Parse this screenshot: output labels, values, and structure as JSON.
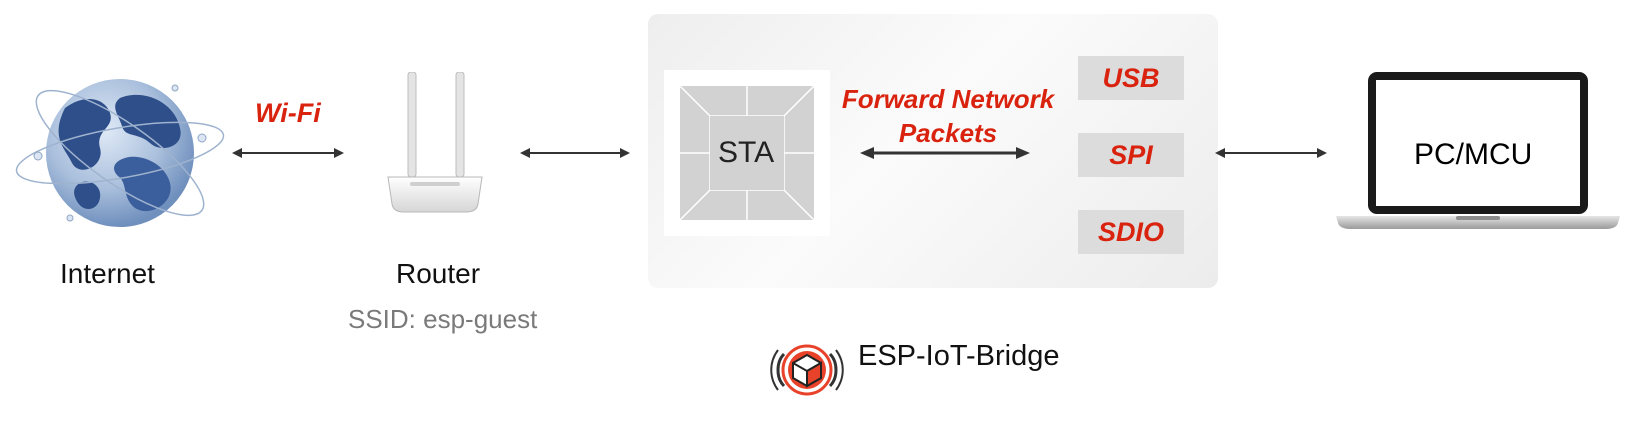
{
  "nodes": {
    "internet": "Internet",
    "router": "Router",
    "router_ssid": "SSID: esp-guest",
    "chip": "STA",
    "pc": "PC/MCU"
  },
  "links": {
    "wifi": "Wi-Fi",
    "forward_line1": "Forward Network",
    "forward_line2": "Packets"
  },
  "interfaces": [
    "USB",
    "SPI",
    "SDIO"
  ],
  "brand": {
    "name": "ESP-IoT-Bridge",
    "accent_color": "#d9230f"
  },
  "icons": [
    "globe-icon",
    "router-icon",
    "chip-icon",
    "laptop-icon",
    "esp-iot-bridge-logo-icon"
  ]
}
